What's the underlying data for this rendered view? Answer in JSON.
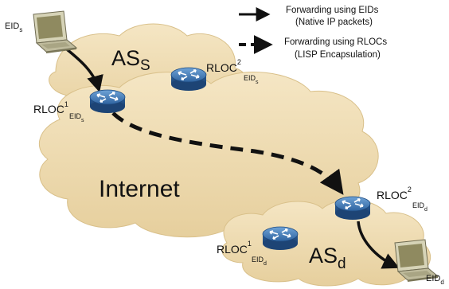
{
  "legend": {
    "solid": {
      "line1": "Forwarding using EIDs",
      "line2": "(Native IP packets)"
    },
    "dashed": {
      "line1": "Forwarding using RLOCs",
      "line2": "(LISP Encapsulation)"
    }
  },
  "clouds": {
    "source_as": {
      "base": "AS",
      "sub": "S"
    },
    "internet": "Internet",
    "dest_as": {
      "base": "AS",
      "sub": "d"
    }
  },
  "hosts": {
    "source": {
      "base": "EID",
      "sub": "s"
    },
    "dest": {
      "base": "EID",
      "sub": "d"
    }
  },
  "routers": {
    "rloc1_s": {
      "base": "RLOC",
      "sup": "1",
      "sub": "EID",
      "subsub": "s"
    },
    "rloc2_s": {
      "base": "RLOC",
      "sup": "2",
      "sub": "EID",
      "subsub": "s"
    },
    "rloc2_d": {
      "base": "RLOC",
      "sup": "2",
      "sub": "EID",
      "subsub": "d"
    },
    "rloc1_d": {
      "base": "RLOC",
      "sup": "1",
      "sub": "EID",
      "subsub": "d"
    }
  },
  "colors": {
    "cloud_fill": "#eedbb0",
    "cloud_edge": "#d9c08a",
    "router_blue": "#3f78b6",
    "arrow": "#111111",
    "laptop_bezel": "#c9c6a8",
    "laptop_screen": "#8f8a60"
  },
  "icons": [
    "laptop-icon",
    "router-icon"
  ]
}
